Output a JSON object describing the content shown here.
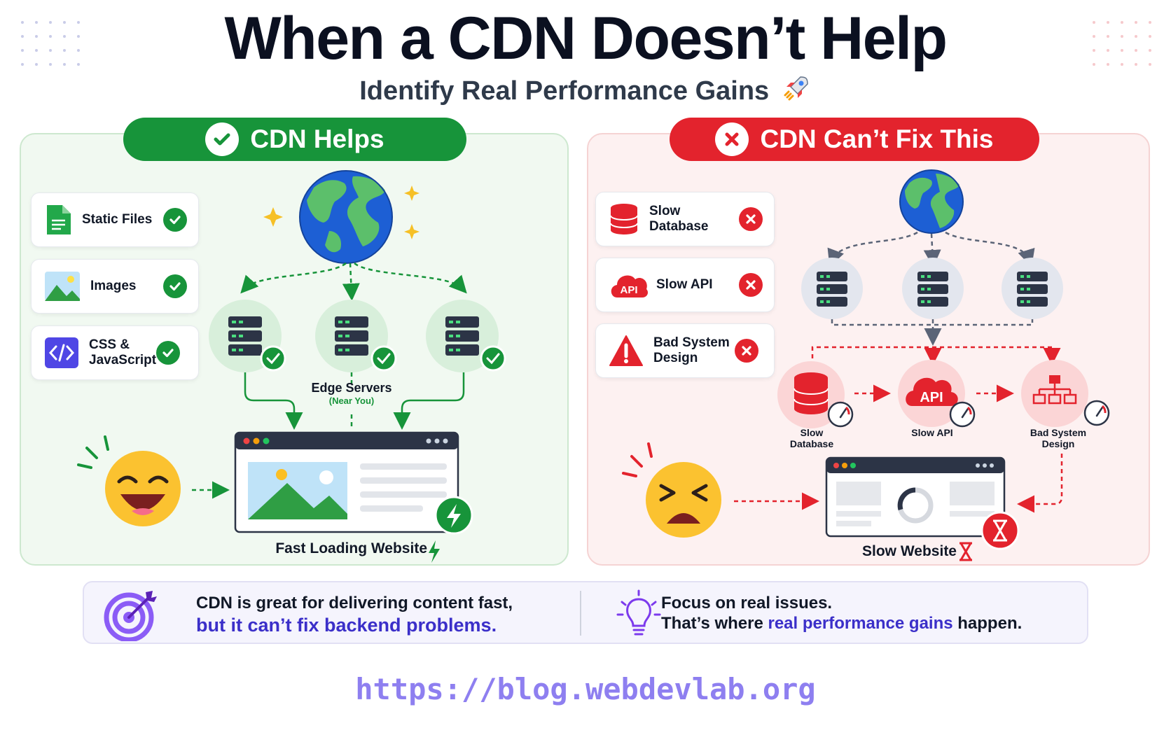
{
  "header": {
    "title": "When a CDN Doesn’t Help",
    "subtitle": "Identify Real Performance Gains"
  },
  "colors": {
    "green": "#17943a",
    "red": "#e3232d",
    "accent_purple": "#3b2fc9",
    "url_purple": "#8e7ff0"
  },
  "left_panel": {
    "banner": "CDN Helps",
    "banner_icon": "check-circle-icon",
    "items": [
      {
        "label": "Static Files",
        "icon": "document-icon",
        "status": "check-icon"
      },
      {
        "label": "Images",
        "icon": "image-icon",
        "status": "check-icon"
      },
      {
        "label": "CSS & JavaScript",
        "icon": "code-icon",
        "status": "check-icon"
      }
    ],
    "edge_label": "Edge Servers",
    "edge_sublabel": "(Near You)",
    "website_label": "Fast Loading Website",
    "emoji": "happy-face-icon"
  },
  "right_panel": {
    "banner": "CDN Can’t Fix This",
    "banner_icon": "x-circle-icon",
    "items": [
      {
        "label": "Slow Database",
        "icon": "database-icon",
        "status": "x-icon"
      },
      {
        "label": "Slow API",
        "icon": "api-cloud-icon",
        "status": "x-icon"
      },
      {
        "label": "Bad System Design",
        "icon": "warning-icon",
        "status": "x-icon"
      }
    ],
    "bottlenecks": [
      "Slow Database",
      "Slow API",
      "Bad System Design"
    ],
    "website_label": "Slow Website",
    "emoji": "frustrated-face-icon"
  },
  "footer": {
    "left_line1": "CDN is great for delivering content fast,",
    "left_line2": "but it can’t fix backend problems.",
    "right_line1": "Focus on real issues.",
    "right_line2_pre": "That’s where ",
    "right_line2_em": "real performance gains",
    "right_line2_post": " happen."
  },
  "url": "https://blog.webdevlab.org"
}
